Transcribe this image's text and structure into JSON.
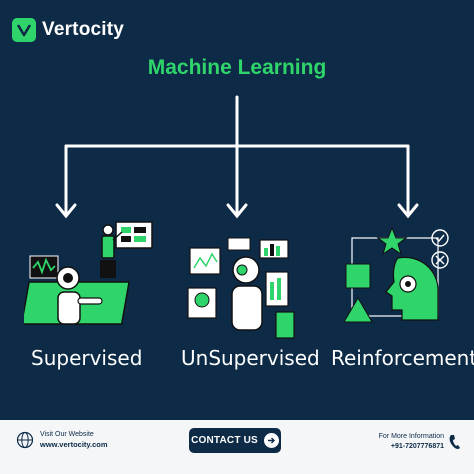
{
  "brand": {
    "name": "Vertocity",
    "mark": "V"
  },
  "title": "Machine Learning",
  "branches": [
    {
      "label": "Supervised",
      "icon": "supervised-learning-illustration"
    },
    {
      "label": "UnSupervised",
      "icon": "unsupervised-learning-illustration"
    },
    {
      "label": "Reinforcement",
      "icon": "reinforcement-learning-illustration"
    }
  ],
  "footer": {
    "website_caption": "Visit Our Website",
    "website": "www.vertocity.com",
    "cta_label": "CONTACT US",
    "info_caption": "For More Information",
    "phone": "+91-7207776871"
  },
  "colors": {
    "background": "#0d2a47",
    "accent": "#2fd56a",
    "footer": "#f4f6f8"
  }
}
